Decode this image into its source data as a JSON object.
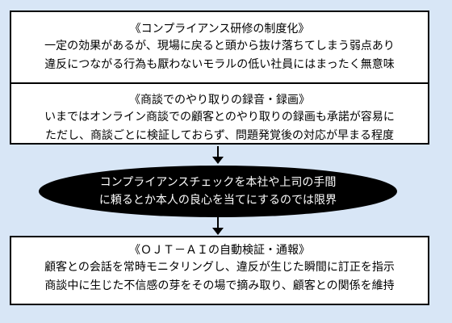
{
  "compliance_training": {
    "title": "《コンプライアンス研修の制度化》",
    "lines": [
      "一定の効果があるが、現場に戻ると頭から抜け落ちてしまう弱点あり",
      "違反につながる行為も厭わないモラルの低い社員にはまったく無意味"
    ]
  },
  "recording": {
    "title": "《商談でのやり取りの録音・録画》",
    "lines": [
      "いまではオンライン商談での顧客とのやり取りの録画も承諾が容易に",
      "ただし、商談ごとに検証しておらず、問題発覚後の対応が早まる程度"
    ]
  },
  "conclusion": {
    "lines": [
      "コンプライアンスチェックを本社や上司の手間",
      "に頼るとか本人の良心を当てにするのでは限界"
    ]
  },
  "ojt_ai": {
    "title": "《ＯＪＴ－ＡＩの自動検証・通報》",
    "lines": [
      "顧客との会話を常時モニタリングし、違反が生じた瞬間に訂正を指示",
      "商談中に生じた不信感の芽をその場で摘み取り、顧客との関係を維持"
    ]
  },
  "colors": {
    "background": "#d8e6f6",
    "box": "#ffffff",
    "ellipse": "#000000",
    "ellipse_text": "#ffffff"
  }
}
